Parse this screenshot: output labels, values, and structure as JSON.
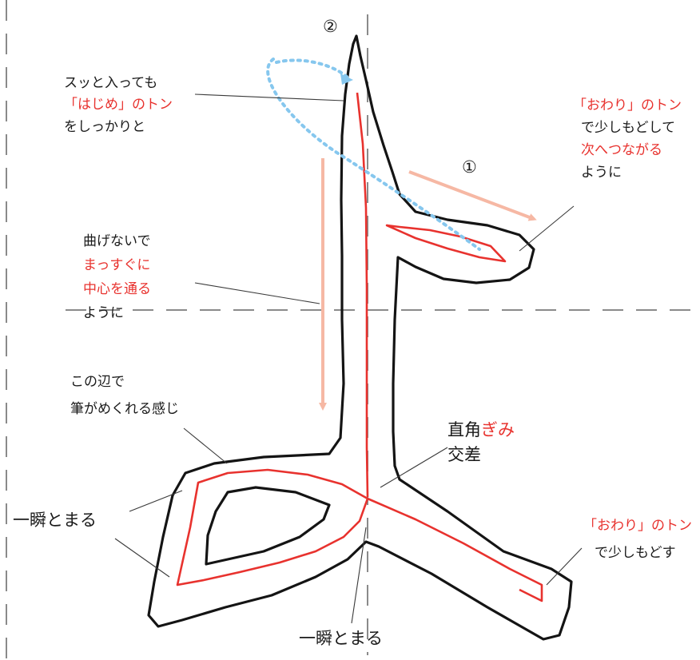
{
  "labels": {
    "stroke_order_1": "①",
    "stroke_order_2": "②"
  },
  "notes": {
    "start": {
      "line1": "スッと入っても",
      "line2": "「はじめ」のトン",
      "line3": "をしっかりと"
    },
    "owari_1": {
      "line1": "「おわり」のトン",
      "line2": "で少しもどして",
      "line3": "次へつながる",
      "line4": "ように"
    },
    "straight": {
      "line1": "曲げないで",
      "line2": "まっすぐに",
      "line3": "中心を通る",
      "line4": "ように"
    },
    "brush_turn": {
      "line1": "この辺で",
      "line2": "筆がめくれる感じ"
    },
    "right_angle": {
      "line1_black": "直角",
      "line1_red": "ぎみ",
      "line2": "交差"
    },
    "pause_1": "一瞬とまる",
    "owari_2": {
      "line1": "「おわり」のトン",
      "line2": "で少しもどす"
    },
    "pause_2": "一瞬とまる"
  },
  "colors": {
    "accent_red": "#e8322e",
    "arrow_salmon": "#f6b8a4",
    "dotted_blue": "#86c7ee",
    "guide_gray": "#8a8a8a",
    "outline_black": "#141414"
  }
}
